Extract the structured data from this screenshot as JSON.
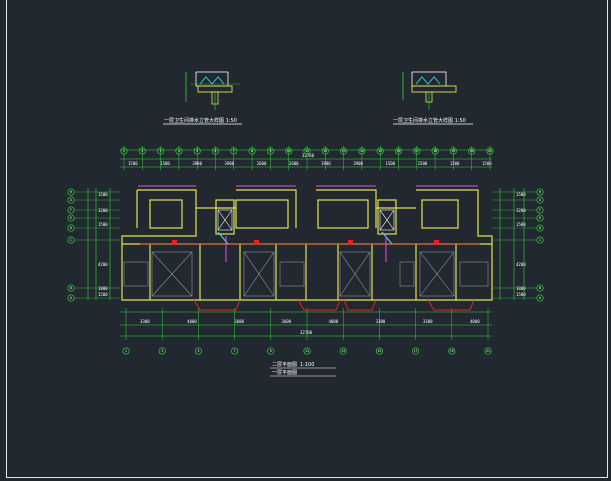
{
  "drawing": {
    "title_main": "二层平面图",
    "title_scale": "1:100",
    "title_main_alt": "一层平面图",
    "detail_left_caption": "一层卫生间排水立管大样图 1:50",
    "detail_right_caption": "一层卫生间排水立管大样图 1:50",
    "overall_dim_top": "32760",
    "overall_dim_bottom": "32760",
    "top_dims": [
      "1500",
      "1500",
      "3900",
      "3900",
      "2600",
      "2600",
      "3900",
      "3900",
      "1500",
      "1500",
      "1500",
      "1500"
    ],
    "bottom_dims": [
      "3300",
      "4000",
      "3600",
      "3600",
      "4000",
      "3300",
      "3300",
      "4000"
    ],
    "grid_top": [
      "1",
      "2",
      "3",
      "4",
      "5",
      "6",
      "7",
      "8",
      "9",
      "10",
      "11",
      "12",
      "13",
      "14",
      "15",
      "16",
      "17",
      "18",
      "19",
      "20",
      "21"
    ],
    "grid_bottom": [
      "1",
      "3",
      "5",
      "7",
      "9",
      "11",
      "13",
      "15",
      "17",
      "19",
      "21"
    ],
    "grid_left": [
      "H",
      "G",
      "F",
      "E",
      "D",
      "C",
      "B",
      "A"
    ],
    "grid_right": [
      "H",
      "G",
      "F",
      "E",
      "D",
      "C",
      "B",
      "A"
    ],
    "side_dims": [
      "1500",
      "1200",
      "1500",
      "4200",
      "1800",
      "1500"
    ]
  },
  "colors": {
    "background": "#212830",
    "wall": "#e5e24a",
    "dimension": "#2fd62f",
    "grid_bubble": "#2fd62f",
    "red": "#e52424",
    "magenta": "#e84fe0",
    "cyan": "#32d6e8",
    "white": "#ffffff",
    "hatch": "#8e9499"
  }
}
